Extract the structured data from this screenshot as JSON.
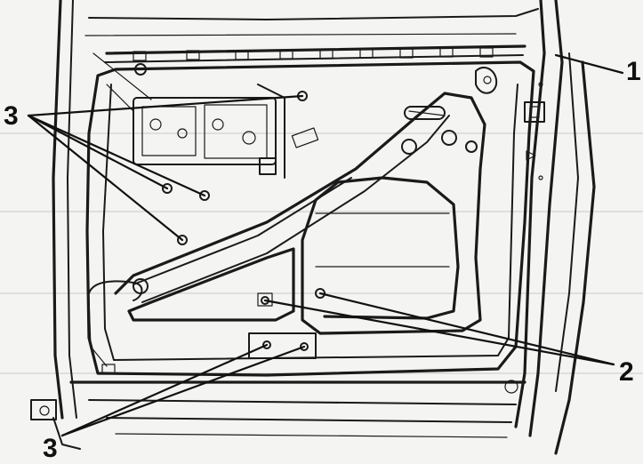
{
  "callouts": {
    "label_1": "1",
    "label_2": "2",
    "label_3_upper": "3",
    "label_3_lower": "3"
  },
  "colors": {
    "ink": "#1a1a1a",
    "paper": "#f4f4f2",
    "show_through": "#c8c8c6"
  }
}
